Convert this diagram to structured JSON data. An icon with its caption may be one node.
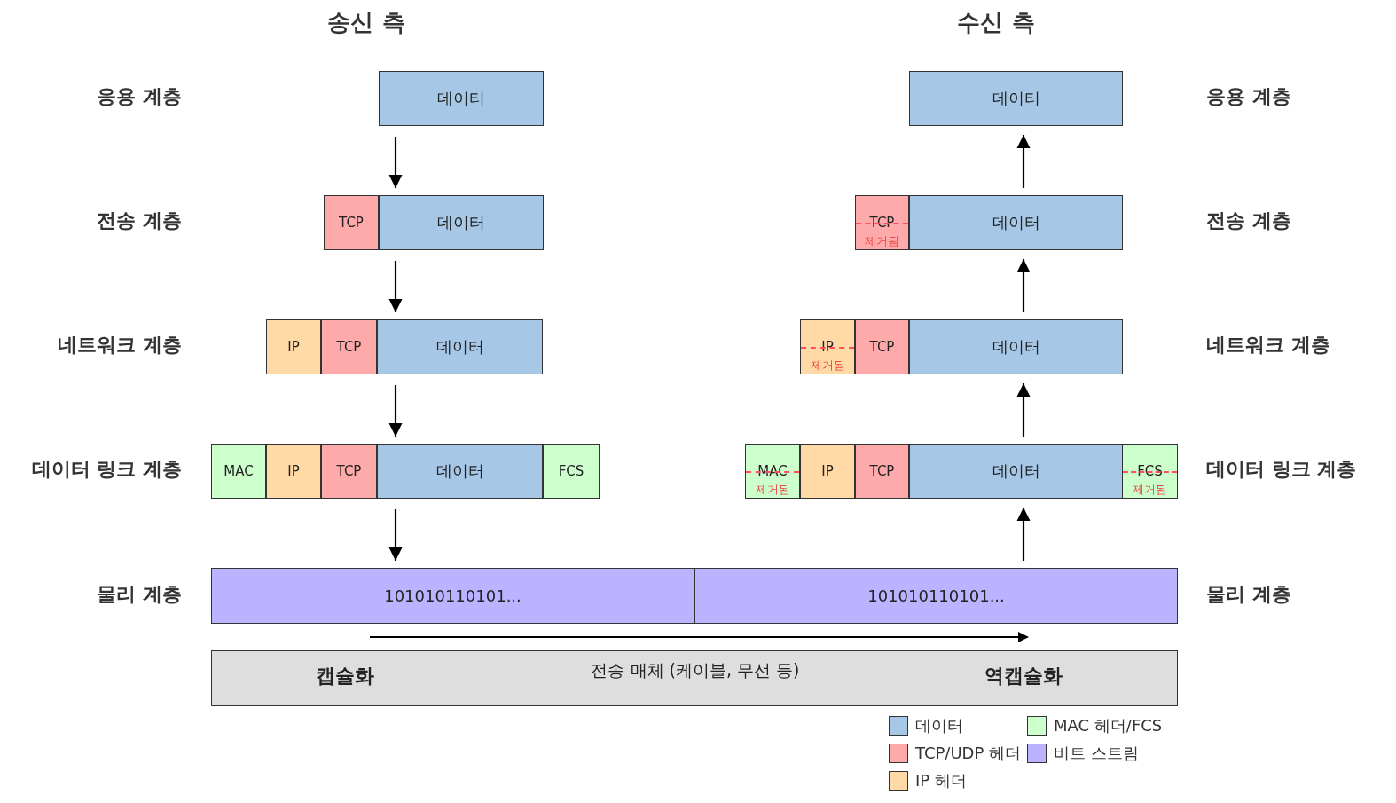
{
  "diagram": {
    "nodes": [
      {
        "text": [
          "데이터"
        ]
      },
      {
        "text": [
          "데이터"
        ]
      },
      {
        "text": [
          "TCP"
        ]
      },
      {
        "text": [
          "데이터"
        ]
      },
      {
        "text": [
          "TCP",
          "제거됨"
        ]
      },
      {
        "text": [
          "데이터"
        ]
      },
      {
        "text": [
          "IP"
        ]
      },
      {
        "text": [
          "TCP"
        ]
      },
      {
        "text": [
          "데이터"
        ]
      },
      {
        "text": [
          "IP",
          "제거됨"
        ]
      },
      {
        "text": [
          "TCP"
        ]
      },
      {
        "text": [
          "데이터"
        ]
      },
      {
        "text": [
          "MAC"
        ]
      },
      {
        "text": [
          "IP"
        ]
      },
      {
        "text": [
          "TCP"
        ]
      },
      {
        "text": [
          "데이터"
        ]
      },
      {
        "text": [
          "FCS"
        ]
      },
      {
        "text": [
          "MAC",
          "제거됨"
        ]
      },
      {
        "text": [
          "IP"
        ]
      },
      {
        "text": [
          "TCP"
        ]
      },
      {
        "text": [
          "데이터"
        ]
      },
      {
        "text": [
          "FCS",
          "제거됨"
        ]
      },
      {
        "text": [
          "101010110101..."
        ]
      },
      {
        "text": [
          "101010110101..."
        ]
      },
      {
        "text": [
          "캡슐화",
          "전송 매체 (케이블, 무선 등)",
          "역캡슐화"
        ]
      }
    ],
    "edges": [
      {
        "from": 0,
        "to": 3,
        "arrow": "to"
      },
      {
        "from": 3,
        "to": 8,
        "arrow": "to"
      },
      {
        "from": 8,
        "to": 15,
        "arrow": "to"
      },
      {
        "from": 15,
        "to": 22,
        "arrow": "to"
      },
      {
        "from": 23,
        "to": 20,
        "arrow": "to"
      },
      {
        "from": 20,
        "to": 11,
        "arrow": "to"
      },
      {
        "from": 11,
        "to": 5,
        "arrow": "to"
      },
      {
        "from": 5,
        "to": 1,
        "arrow": "to"
      }
    ],
    "labels": [
      "송신 측",
      "수신 측",
      "응용 계층",
      "응용 계층",
      "전송 계층",
      "전송 계층",
      "네트워크 계층",
      "네트워크 계층",
      "데이터 링크 계층",
      "데이터 링크 계층",
      "물리 계층",
      "물리 계층"
    ],
    "legend": [
      {
        "text": "데이터",
        "color": "#a7c7e7"
      },
      {
        "text": "MAC 헤더/FCS",
        "color": "#ccffcc"
      },
      {
        "text": "TCP/UDP 헤더",
        "color": "#ffaaaa"
      },
      {
        "text": "비트 스트림",
        "color": "#bbb3ff"
      },
      {
        "text": "IP 헤더",
        "color": "#ffd9a6"
      }
    ]
  }
}
